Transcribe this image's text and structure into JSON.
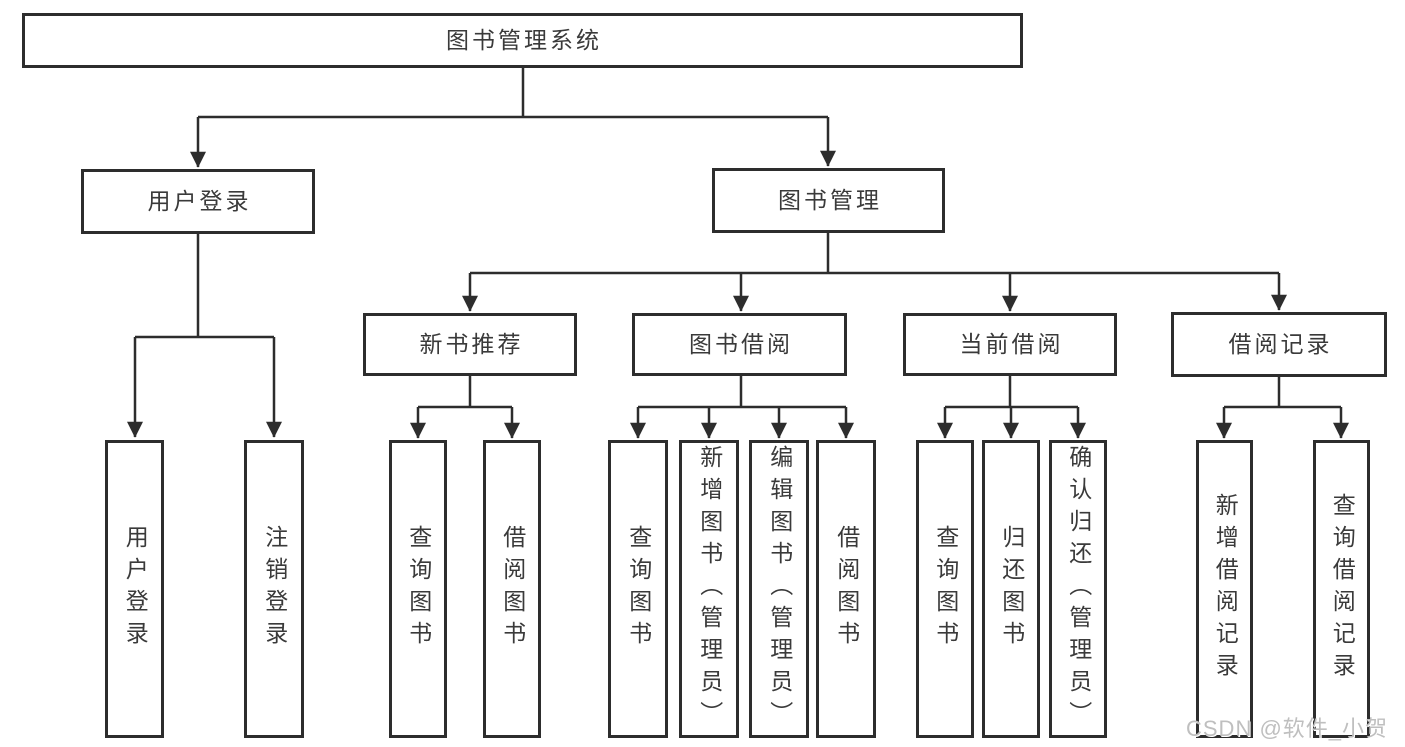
{
  "diagram": {
    "title": "图书管理系统",
    "watermark": "CSDN @软件_小贺同学",
    "colors": {
      "background": "#ffffff",
      "line": "#2d2d2d",
      "box_border": "#2d2d2d",
      "text": "#3a3a3a",
      "watermark_text": "#bfbfbf"
    },
    "nodes": [
      {
        "id": "root",
        "label": "图书管理系统",
        "parent": null,
        "orientation": "horizontal"
      },
      {
        "id": "user-login",
        "label": "用户登录",
        "parent": "root",
        "orientation": "horizontal"
      },
      {
        "id": "book-mgmt",
        "label": "图书管理",
        "parent": "root",
        "orientation": "horizontal"
      },
      {
        "id": "ul-login",
        "label": "用户登录",
        "parent": "user-login",
        "orientation": "vertical"
      },
      {
        "id": "ul-logout",
        "label": "注销登录",
        "parent": "user-login",
        "orientation": "vertical"
      },
      {
        "id": "new-book",
        "label": "新书推荐",
        "parent": "book-mgmt",
        "orientation": "horizontal"
      },
      {
        "id": "book-borrow",
        "label": "图书借阅",
        "parent": "book-mgmt",
        "orientation": "horizontal"
      },
      {
        "id": "current-borrow",
        "label": "当前借阅",
        "parent": "book-mgmt",
        "orientation": "horizontal"
      },
      {
        "id": "borrow-record",
        "label": "借阅记录",
        "parent": "book-mgmt",
        "orientation": "horizontal"
      },
      {
        "id": "nb-query",
        "label": "查询图书",
        "parent": "new-book",
        "orientation": "vertical"
      },
      {
        "id": "nb-borrow",
        "label": "借阅图书",
        "parent": "new-book",
        "orientation": "vertical"
      },
      {
        "id": "bb-query",
        "label": "查询图书",
        "parent": "book-borrow",
        "orientation": "vertical"
      },
      {
        "id": "bb-add",
        "label": "新增图书（管理员）",
        "parent": "book-borrow",
        "orientation": "vertical"
      },
      {
        "id": "bb-edit",
        "label": "编辑图书（管理员）",
        "parent": "book-borrow",
        "orientation": "vertical"
      },
      {
        "id": "bb-borrow",
        "label": "借阅图书",
        "parent": "book-borrow",
        "orientation": "vertical"
      },
      {
        "id": "cb-query",
        "label": "查询图书",
        "parent": "current-borrow",
        "orientation": "vertical"
      },
      {
        "id": "cb-return",
        "label": "归还图书",
        "parent": "current-borrow",
        "orientation": "vertical"
      },
      {
        "id": "cb-confirm",
        "label": "确认归还（管理员）",
        "parent": "current-borrow",
        "orientation": "vertical"
      },
      {
        "id": "br-add",
        "label": "新增借阅记录",
        "parent": "borrow-record",
        "orientation": "vertical"
      },
      {
        "id": "br-query",
        "label": "查询借阅记录",
        "parent": "borrow-record",
        "orientation": "vertical"
      }
    ]
  }
}
